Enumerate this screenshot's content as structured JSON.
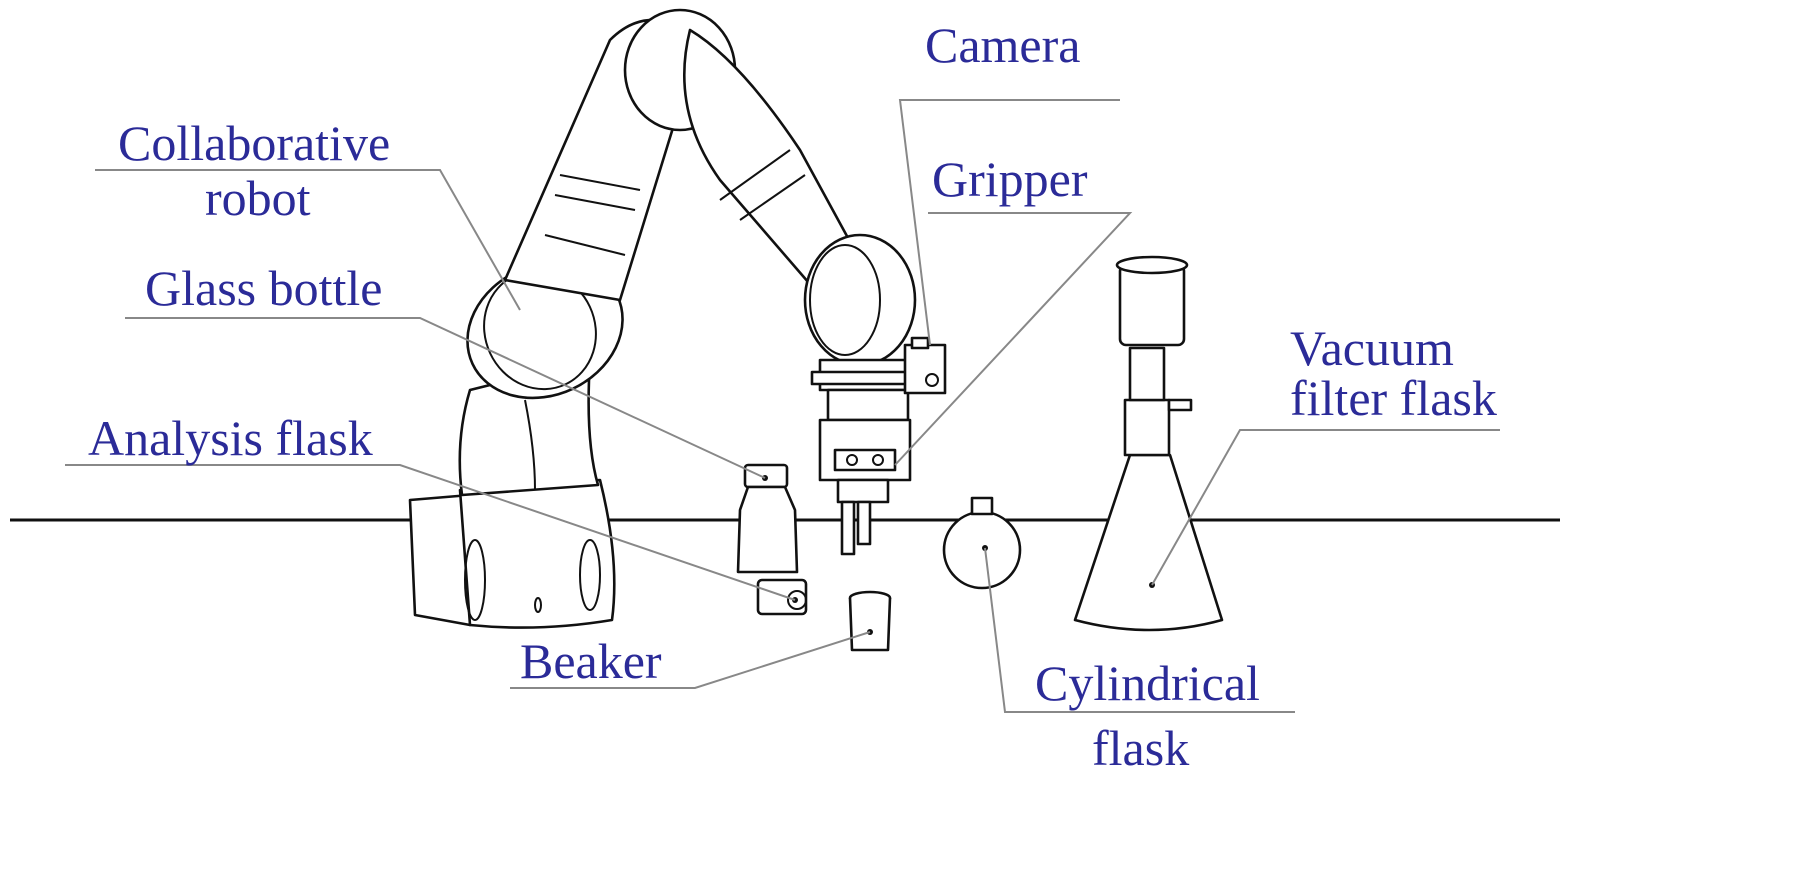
{
  "labels": {
    "camera": "Camera",
    "collab_1": "Collaborative",
    "collab_2": "robot",
    "gripper": "Gripper",
    "glass_bottle": "Glass bottle",
    "vacuum_1": "Vacuum",
    "vacuum_2": "filter flask",
    "analysis_flask": "Analysis flask",
    "beaker": "Beaker",
    "cyl_1": "Cylindrical",
    "cyl_2": "flask"
  },
  "colors": {
    "label": "#2b2b98",
    "leader": "#888888",
    "drawing": "#111111"
  }
}
